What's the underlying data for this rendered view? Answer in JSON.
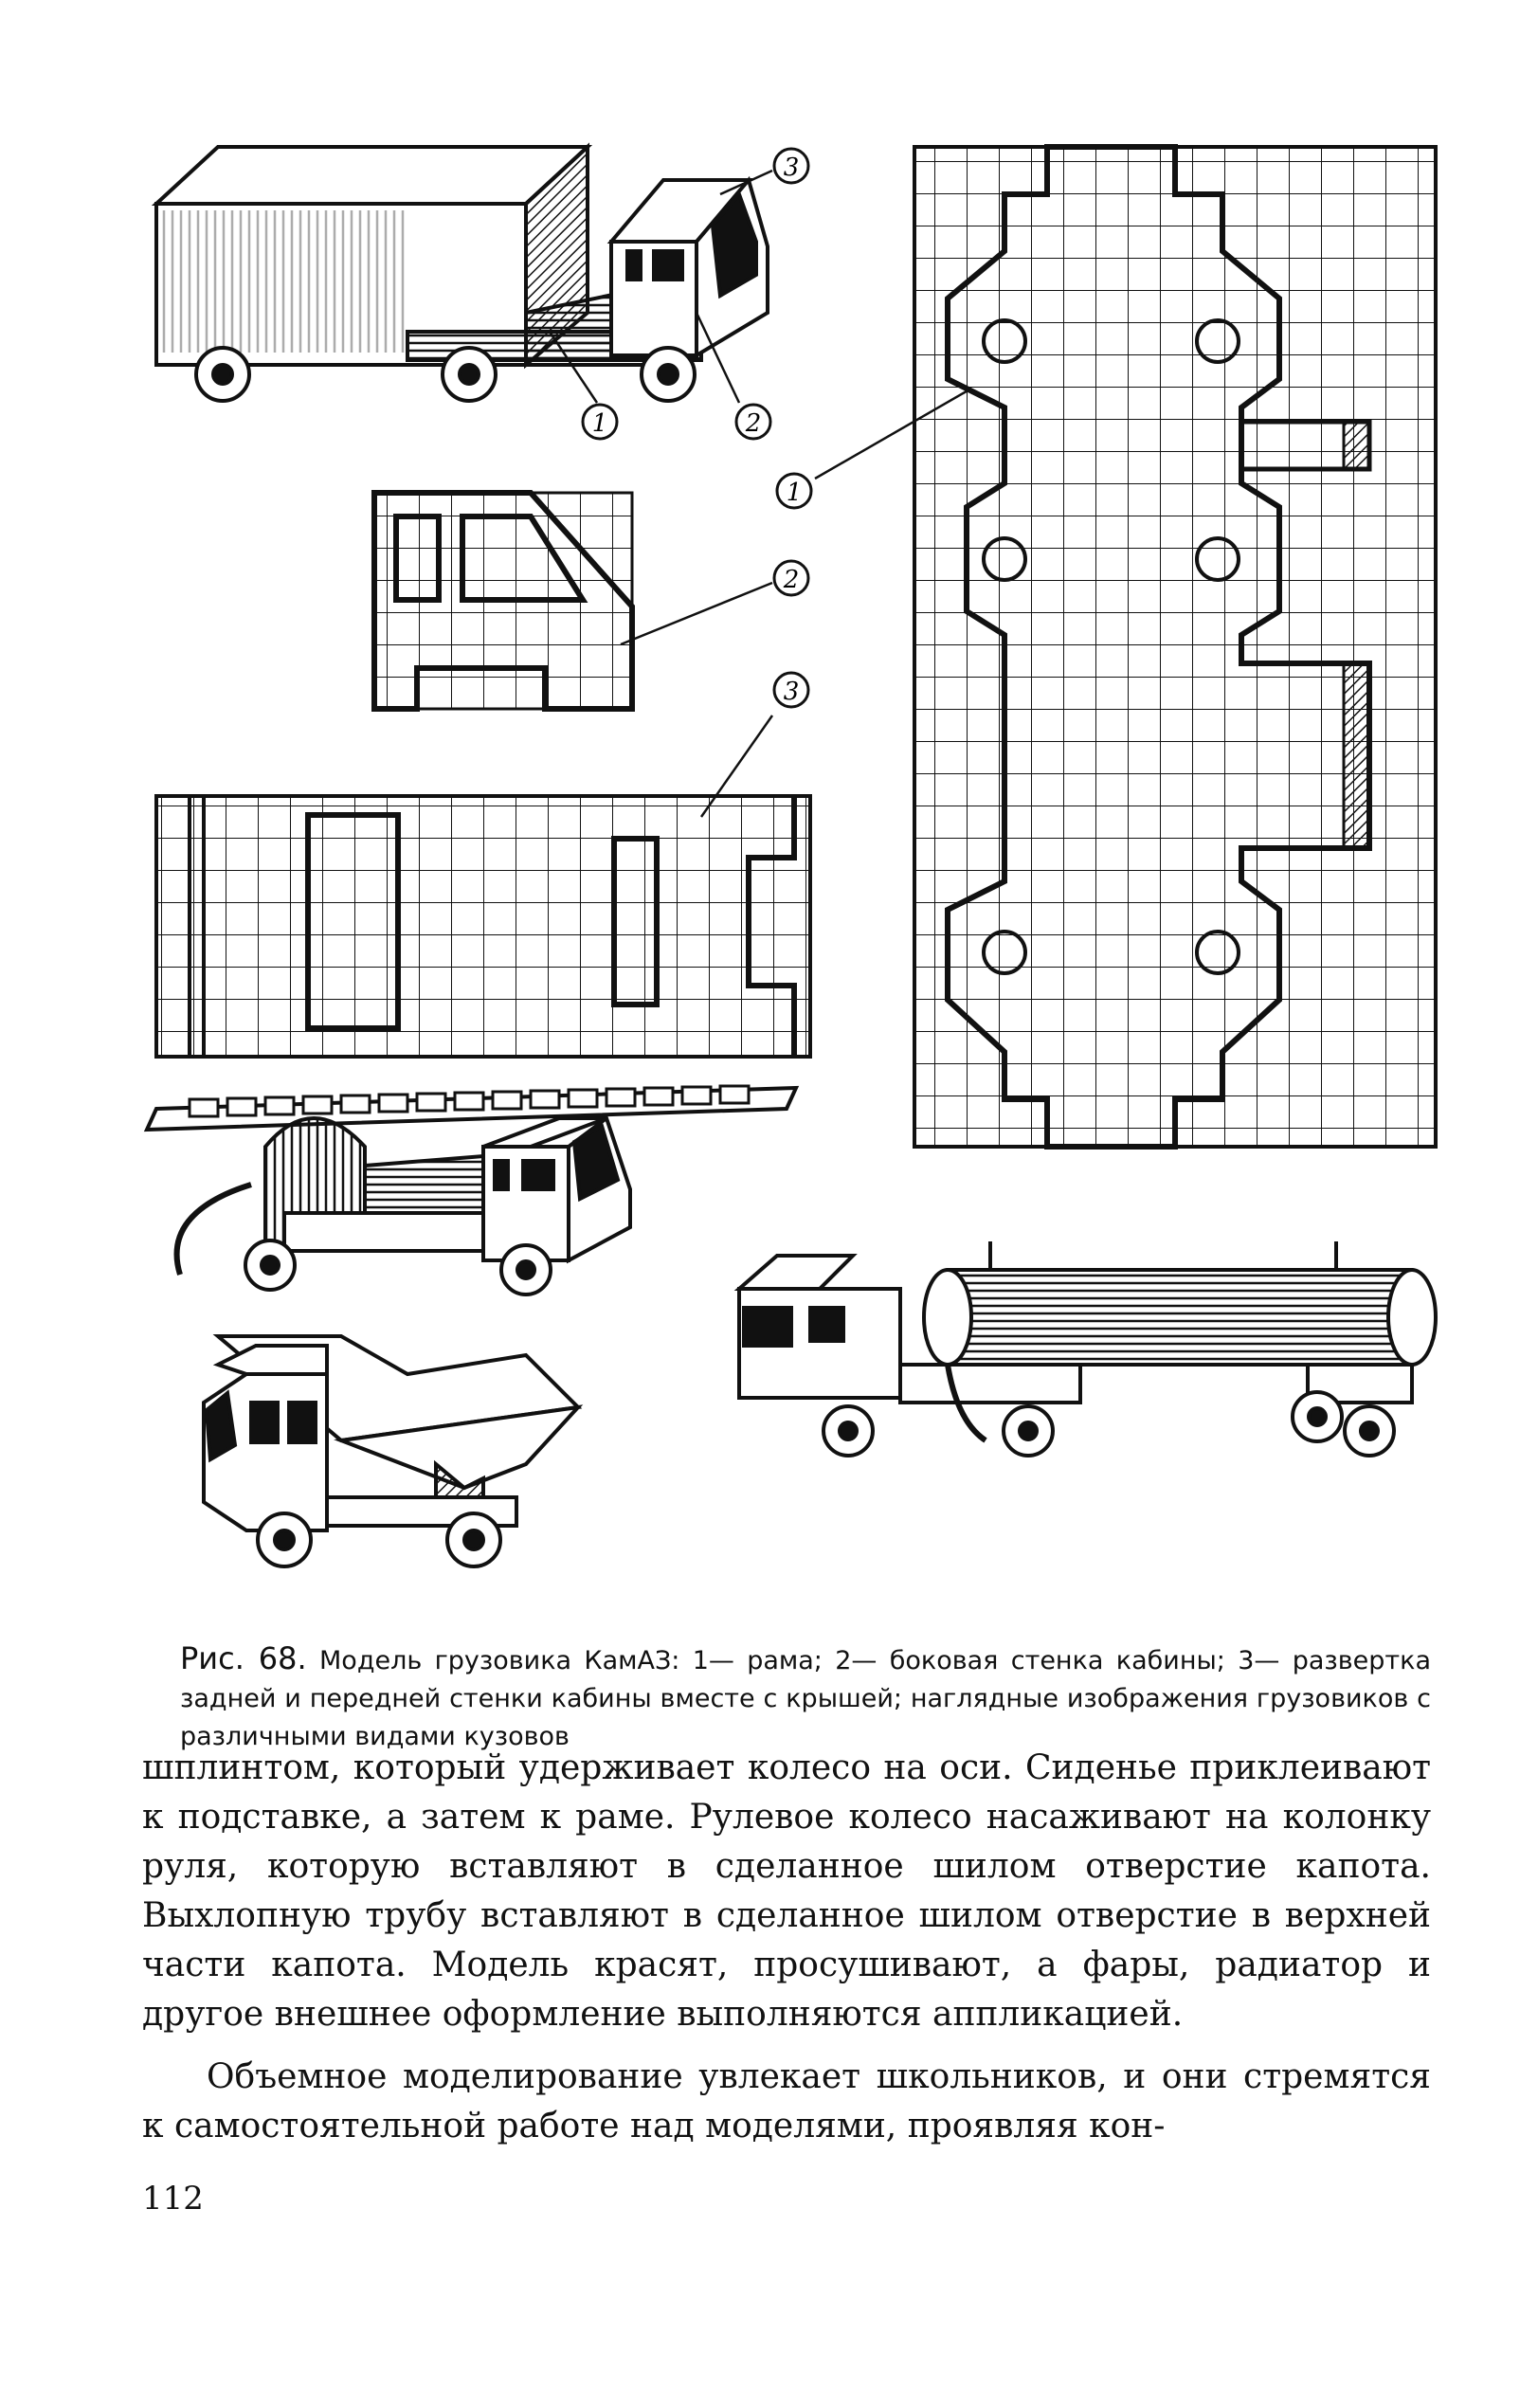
{
  "figure": {
    "callouts": {
      "frame": "1",
      "cab_side_wall": "2",
      "cab_unfold": "3"
    }
  },
  "caption": {
    "fig_no": "Рис. 68.",
    "text": "Модель грузовика КамАЗ: 1— рама; 2— боковая стенка кабины; 3— развертка задней и передней стенки кабины вместе с крышей; наглядные изображения грузовиков с различными видами кузовов"
  },
  "body": {
    "p1": "шплинтом, который удерживает колесо на оси. Сиденье приклеивают к подставке, а затем к раме. Рулевое колесо насаживают на колонку руля, которую вставляют в сделанное шилом отверстие капота. Выхлопную трубу вставляют в сделанное шилом отверстие в верхней части капота. Модель красят, просушивают, а фары, радиатор и другое внешнее оформление выполняются аппликацией.",
    "p2": "Объемное моделирование увлекает школьников, и они стремятся к самостоятельной работе над моделями, проявляя кон-"
  },
  "page_number": "112"
}
